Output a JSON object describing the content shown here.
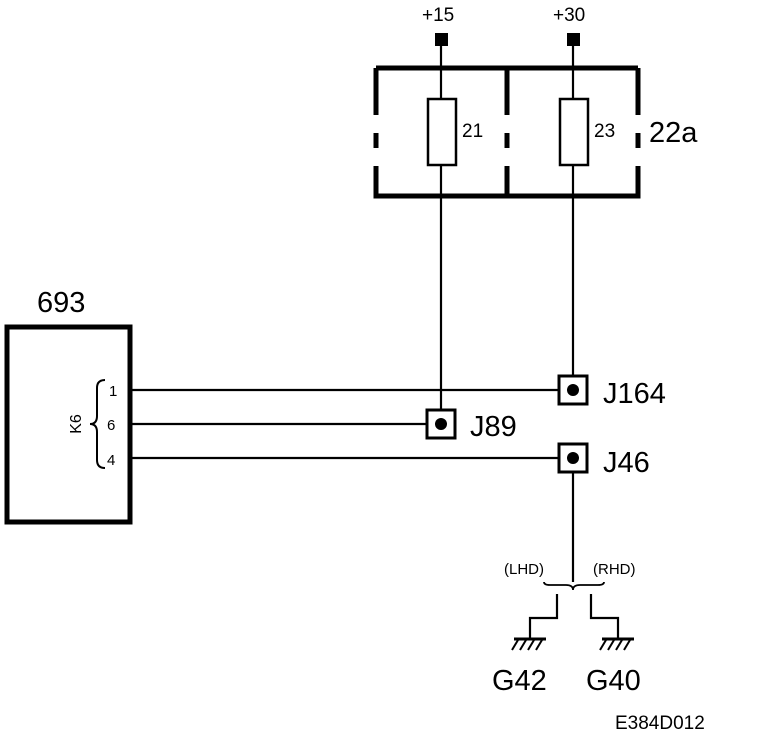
{
  "fuse_box": {
    "label": "22a",
    "fuses": [
      {
        "number": "21",
        "supply": "+15"
      },
      {
        "number": "23",
        "supply": "+30"
      }
    ]
  },
  "module": {
    "label": "693",
    "connector": "K6",
    "pins": [
      "1",
      "6",
      "4"
    ]
  },
  "junctions": [
    "J164",
    "J89",
    "J46"
  ],
  "ground_branch": {
    "left_variant": "(LHD)",
    "right_variant": "(RHD)",
    "grounds": [
      "G42",
      "G40"
    ]
  },
  "diagram_code": "E384D012"
}
